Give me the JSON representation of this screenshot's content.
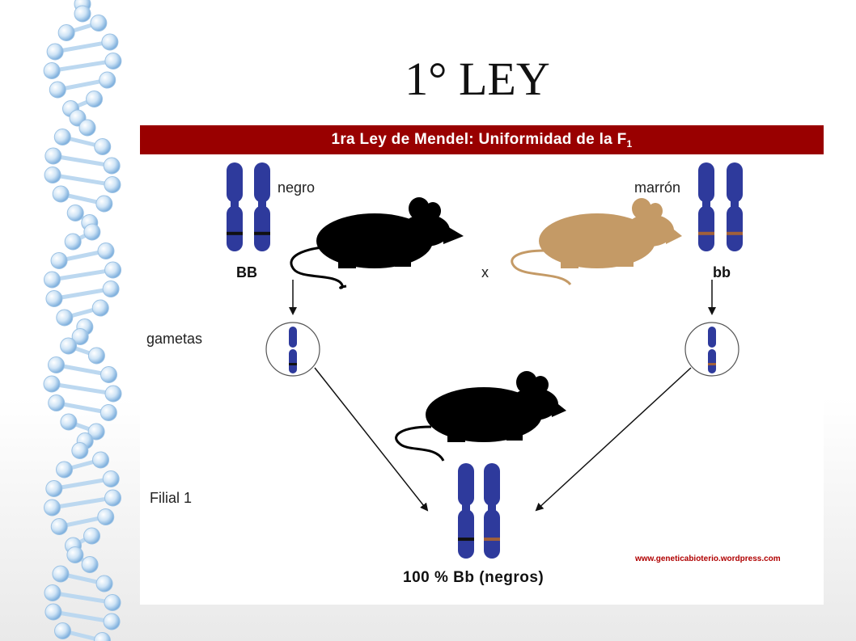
{
  "slide": {
    "title": "1° LEY"
  },
  "banner": {
    "title": "1ra Ley de Mendel: Uniformidad de la F",
    "subscript": "1"
  },
  "parents": {
    "left": {
      "phenotype": "negro",
      "genotype": "BB"
    },
    "right": {
      "phenotype": "marrón",
      "genotype": "bb"
    },
    "cross_symbol": "x"
  },
  "labels": {
    "gametes": "gametas",
    "filial": "Filial 1"
  },
  "result": {
    "text": "100 % Bb (negros)"
  },
  "credit": {
    "text": "www.geneticabioterio.wordpress.com"
  },
  "colors": {
    "banner": "#990000",
    "chromosome": "#2e3a9c",
    "dominant_band": "#111111",
    "recessive_band": "#a0603a",
    "black_mouse": "#000000",
    "brown_mouse": "#c49a66"
  },
  "icons": {
    "decoration": "dna-helix-icon",
    "mouse_black": "black-mouse-icon",
    "mouse_brown": "brown-mouse-icon"
  }
}
